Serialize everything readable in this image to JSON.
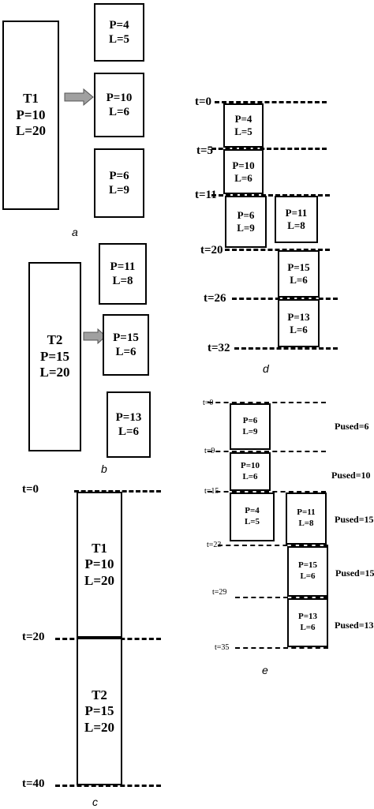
{
  "panel_a": {
    "label": "a",
    "task": {
      "name": "T1",
      "p": "P=10",
      "l": "L=20"
    },
    "subtasks": [
      {
        "p": "P=4",
        "l": "L=5"
      },
      {
        "p": "P=10",
        "l": "L=6"
      },
      {
        "p": "P=6",
        "l": "L=9"
      }
    ]
  },
  "panel_b": {
    "label": "b",
    "task": {
      "name": "T2",
      "p": "P=15",
      "l": "L=20"
    },
    "subtasks": [
      {
        "p": "P=11",
        "l": "L=8"
      },
      {
        "p": "P=15",
        "l": "L=6"
      },
      {
        "p": "P=13",
        "l": "L=6"
      }
    ]
  },
  "panel_c": {
    "label": "c",
    "times": [
      "t=0",
      "t=20",
      "t=40"
    ],
    "blocks": [
      {
        "name": "T1",
        "p": "P=10",
        "l": "L=20"
      },
      {
        "name": "T2",
        "p": "P=15",
        "l": "L=20"
      }
    ]
  },
  "panel_d": {
    "label": "d",
    "times": [
      "t=0",
      "t=5",
      "t=11",
      "t=20",
      "t=26",
      "t=32"
    ],
    "blocks": [
      {
        "p": "P=4",
        "l": "L=5"
      },
      {
        "p": "P=10",
        "l": "L=6"
      },
      {
        "p": "P=6",
        "l": "L=9"
      },
      {
        "p": "P=11",
        "l": "L=8"
      },
      {
        "p": "P=15",
        "l": "L=6"
      },
      {
        "p": "P=13",
        "l": "L=6"
      }
    ]
  },
  "panel_e": {
    "label": "e",
    "times": [
      "t=0",
      "t=9",
      "t=15",
      "t=23",
      "t=29",
      "t=35"
    ],
    "blocks": [
      {
        "p": "P=6",
        "l": "L=9"
      },
      {
        "p": "P=10",
        "l": "L=6"
      },
      {
        "p": "P=4",
        "l": "L=5"
      },
      {
        "p": "P=11",
        "l": "L=8"
      },
      {
        "p": "P=15",
        "l": "L=6"
      },
      {
        "p": "P=13",
        "l": "L=6"
      }
    ],
    "pused_prefix": "P",
    "pused_sub": "used",
    "pused_values": [
      "=6",
      "=10",
      "=15",
      "=15",
      "=13"
    ]
  }
}
